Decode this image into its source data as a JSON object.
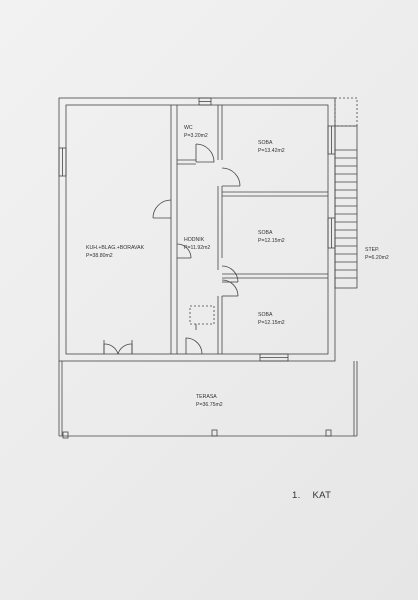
{
  "rooms": {
    "living": {
      "name": "KUH.+BLAG.+BORAVAK",
      "area": "P=38.80m2"
    },
    "wc": {
      "name": "WC",
      "area": "P=3.20m2"
    },
    "room1": {
      "name": "SOBA",
      "area": "P=13.42m2"
    },
    "hall": {
      "name": "HODNIK",
      "area": "P=11.92m2"
    },
    "room2": {
      "name": "SOBA",
      "area": "P=12.15m2"
    },
    "room3": {
      "name": "SOBA",
      "area": "P=12.15m2"
    },
    "stairs": {
      "name": "STEP.",
      "area": "P=6.20m2"
    },
    "terrace": {
      "name": "TERASA",
      "area": "P=36.75m2"
    }
  },
  "caption": {
    "number": "1.",
    "floor": "KAT"
  }
}
